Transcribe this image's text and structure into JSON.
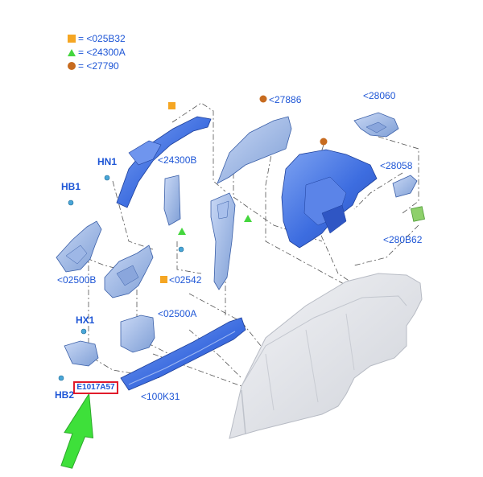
{
  "legend": [
    {
      "symbol": "square",
      "color": "#f5a623",
      "text": "= <025B32"
    },
    {
      "symbol": "triangle",
      "color": "#44d63d",
      "text": "= <24300A"
    },
    {
      "symbol": "circle",
      "color": "#c76b1f",
      "text": "= <27790"
    }
  ],
  "callouts": {
    "p27886": "<27886",
    "p28060": "<28060",
    "hn1": "HN1",
    "p24300b": "<24300B",
    "hb1": "HB1",
    "p28058": "<28058",
    "p280b62": "<280B62",
    "p02500b": "<02500B",
    "p02542": "<02542",
    "hx1": "HX1",
    "p02500a": "<02500A",
    "hb2": "HB2",
    "p100k31": "<100K31"
  },
  "highlight_label": "E1017A57",
  "colors": {
    "part_blue": "#3d6de0",
    "label_blue": "#1e56d6",
    "highlight_red": "#e11b2b",
    "arrow_green": "#3ee03a",
    "body_gray": "#d9dbe0"
  }
}
